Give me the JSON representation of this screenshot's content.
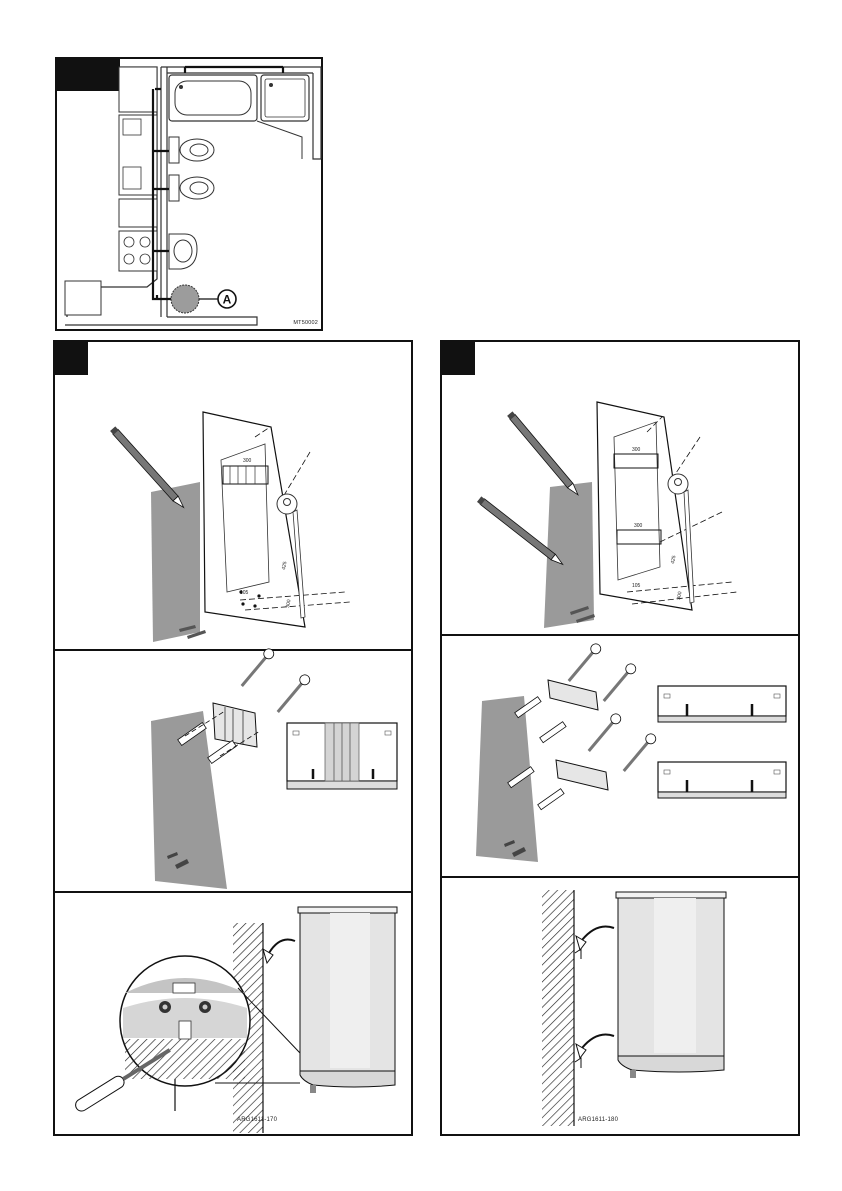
{
  "plan": {
    "code": "MT50002",
    "marker": "A"
  },
  "left": {
    "code": "ARG1611-170",
    "dims": [
      "300",
      "105",
      "425",
      "300"
    ]
  },
  "right": {
    "code": "ARG1611-180",
    "dims": [
      "300",
      "300",
      "105",
      "425",
      "300"
    ]
  }
}
